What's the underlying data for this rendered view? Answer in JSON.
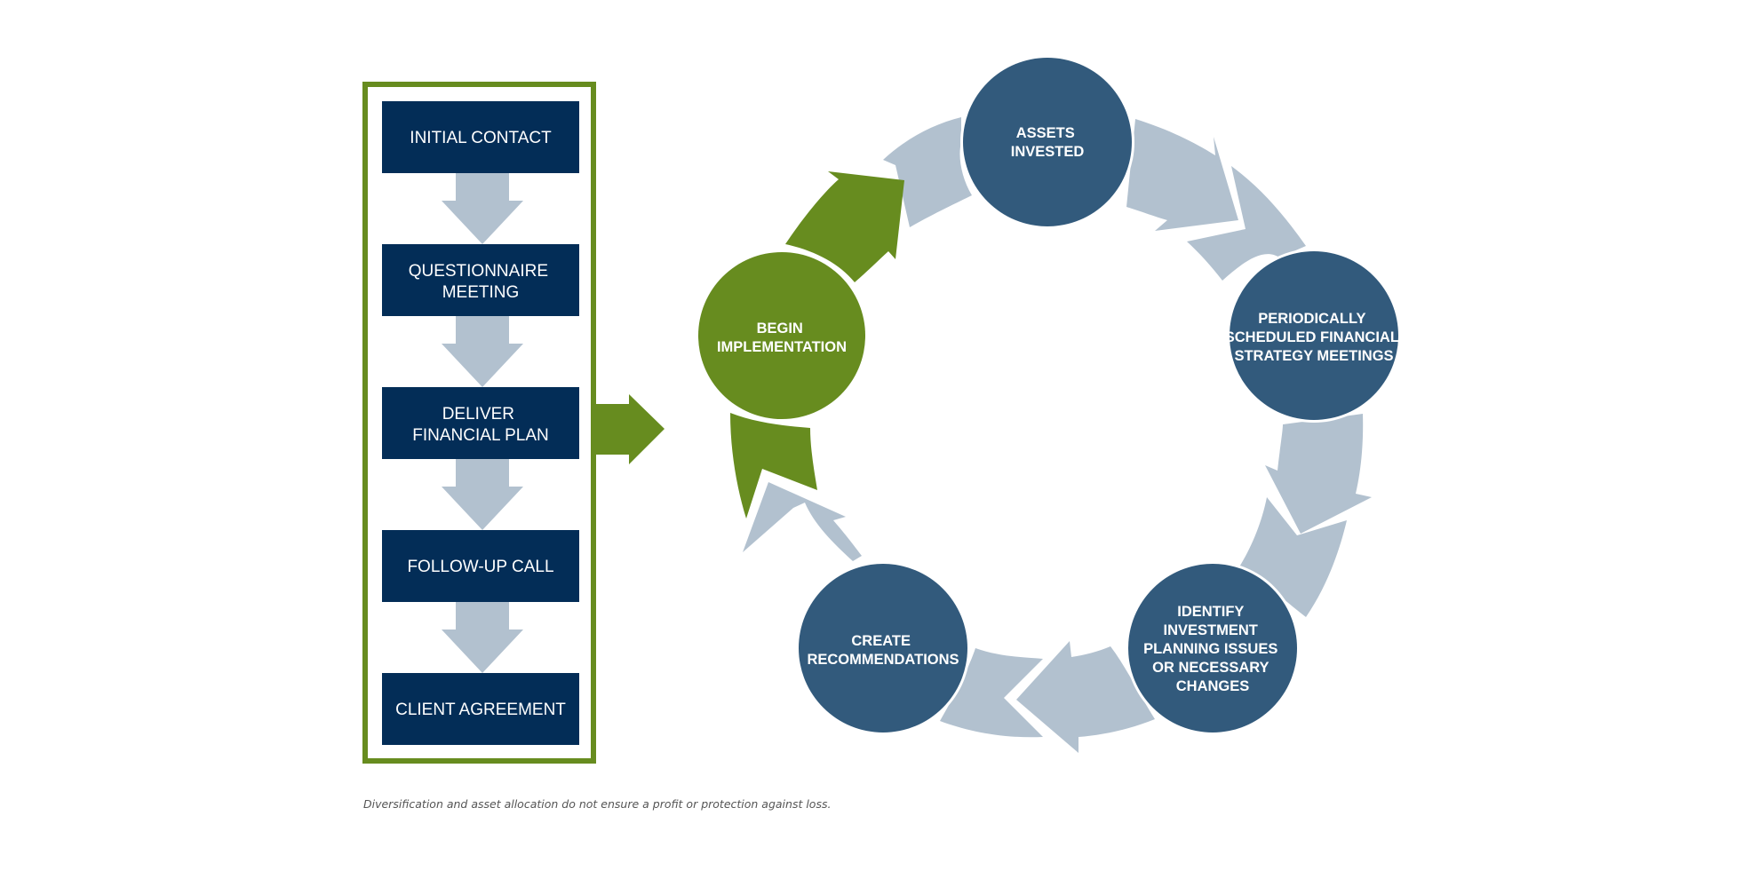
{
  "process_steps": [
    {
      "lines": [
        "INITIAL CONTACT"
      ]
    },
    {
      "lines": [
        "QUESTIONNAIRE",
        "MEETING"
      ]
    },
    {
      "lines": [
        "DELIVER",
        "FINANCIAL PLAN"
      ]
    },
    {
      "lines": [
        "FOLLOW-UP CALL"
      ]
    },
    {
      "lines": [
        "CLIENT AGREEMENT"
      ]
    }
  ],
  "cycle_nodes": [
    {
      "id": "begin-implementation",
      "lines": [
        "BEGIN",
        "IMPLEMENTATION"
      ],
      "color": "#678c1f"
    },
    {
      "id": "assets-invested",
      "lines": [
        "ASSETS",
        "INVESTED"
      ],
      "color": "#325a7c"
    },
    {
      "id": "periodic-meetings",
      "lines": [
        "PERIODICALLY",
        "SCHEDULED FINANCIAL",
        "STRATEGY MEETINGS"
      ],
      "color": "#325a7c"
    },
    {
      "id": "identify-issues",
      "lines": [
        "IDENTIFY",
        "INVESTMENT",
        "PLANNING ISSUES",
        "OR NECESSARY",
        "CHANGES"
      ],
      "color": "#325a7c"
    },
    {
      "id": "create-recommendations",
      "lines": [
        "CREATE",
        "RECOMMENDATIONS"
      ],
      "color": "#325a7c"
    }
  ],
  "colors": {
    "step_box": "#032d57",
    "frame": "#678c1f",
    "down_arrow": "#b2c1cf",
    "cycle_arrow": "#b2c1cf",
    "accent_green": "#678c1f",
    "circle_blue": "#325a7c"
  },
  "disclaimer": "Diversification and asset allocation do not ensure a profit or protection against loss."
}
